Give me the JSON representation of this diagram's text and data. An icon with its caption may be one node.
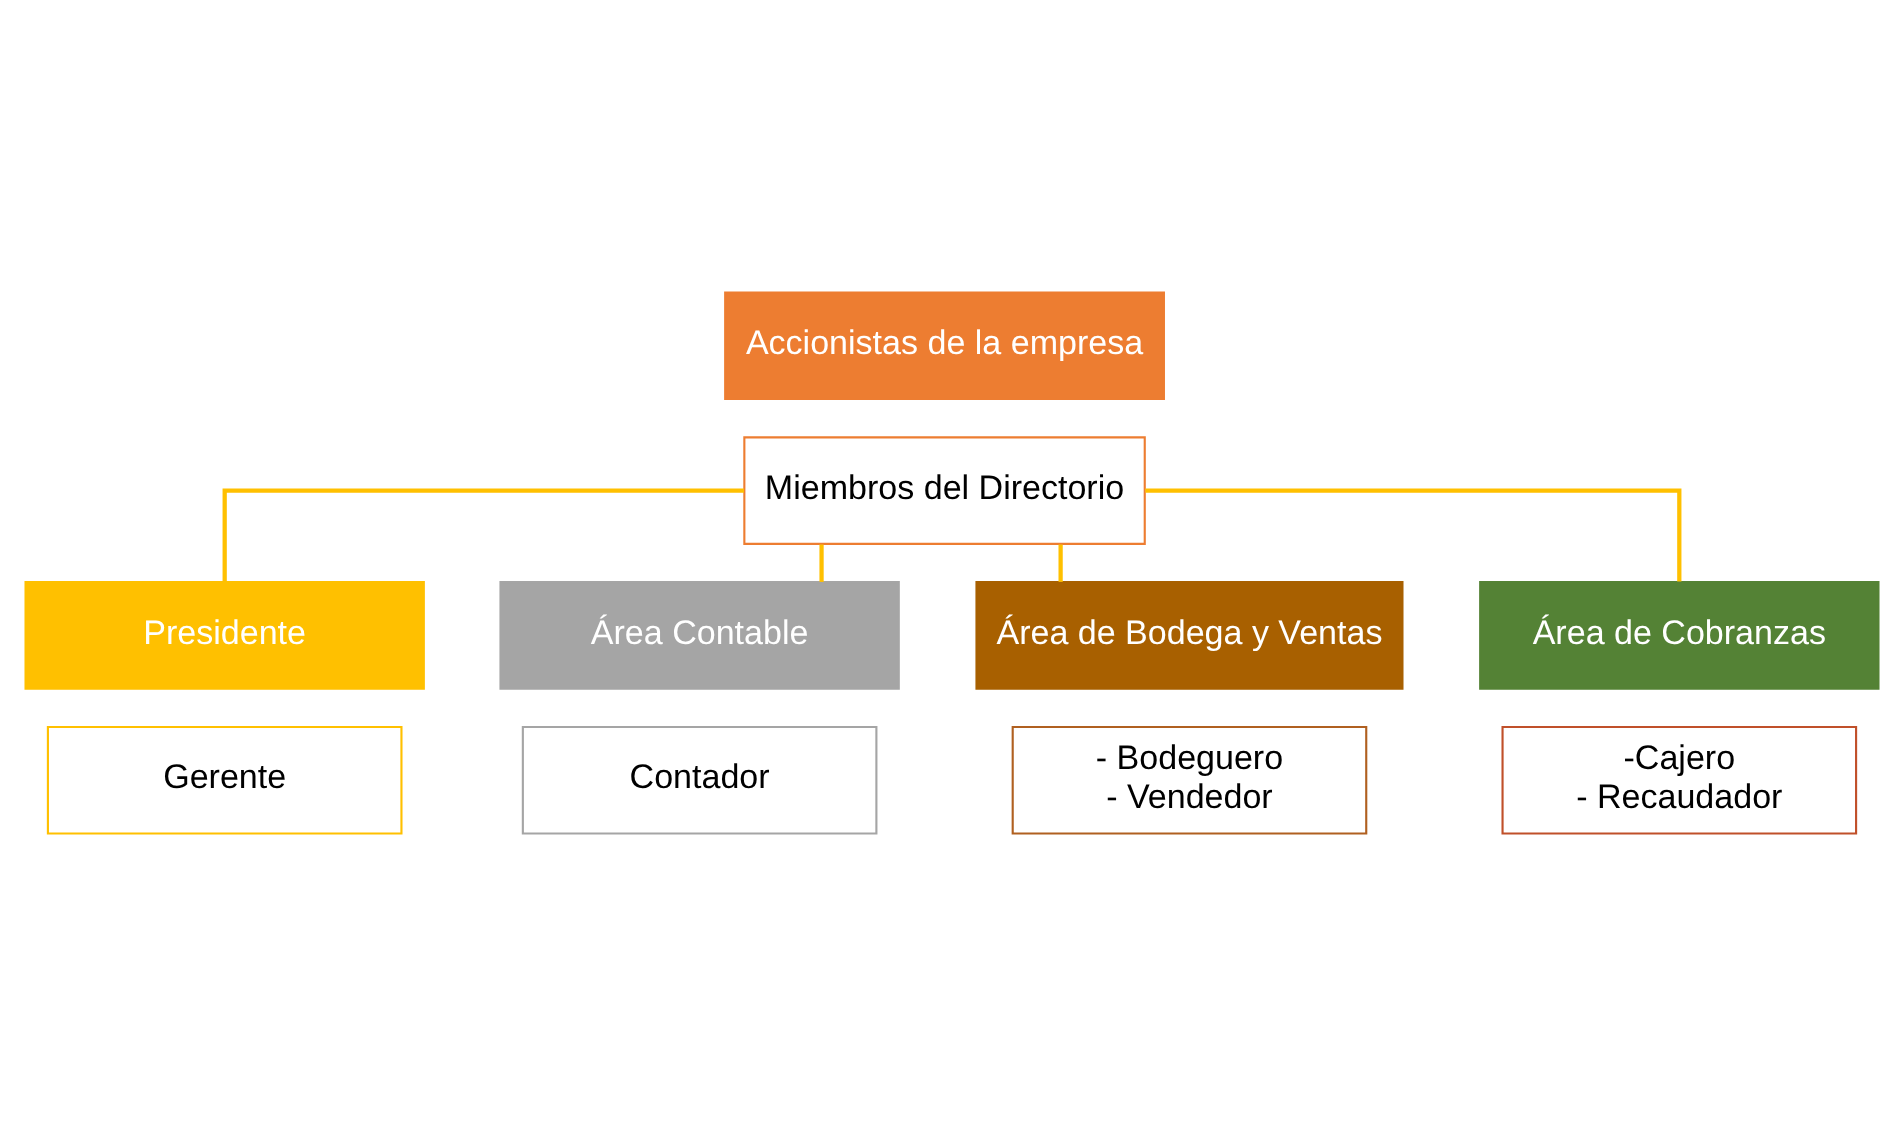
{
  "diagram": {
    "nodes": [
      {
        "text": [
          "Accionistas de la empresa"
        ]
      },
      {
        "text": [
          "Miembros del Directorio"
        ]
      },
      {
        "text": [
          "Presidente"
        ]
      },
      {
        "text": [
          "Gerente"
        ]
      },
      {
        "text": [
          "Área Contable"
        ]
      },
      {
        "text": [
          "Contador"
        ]
      },
      {
        "text": [
          "Área de Bodega y Ventas"
        ]
      },
      {
        "text": [
          "- Bodeguero",
          "- Vendedor"
        ]
      },
      {
        "text": [
          "Área de Cobranzas"
        ]
      },
      {
        "text": [
          "-Cajero",
          "- Recaudador"
        ]
      }
    ],
    "edges": [
      {
        "from": 1,
        "to": 2,
        "arrow": "none"
      },
      {
        "from": 1,
        "to": 4,
        "arrow": "none"
      },
      {
        "from": 1,
        "to": 6,
        "arrow": "none"
      },
      {
        "from": 1,
        "to": 8,
        "arrow": "none"
      }
    ]
  }
}
